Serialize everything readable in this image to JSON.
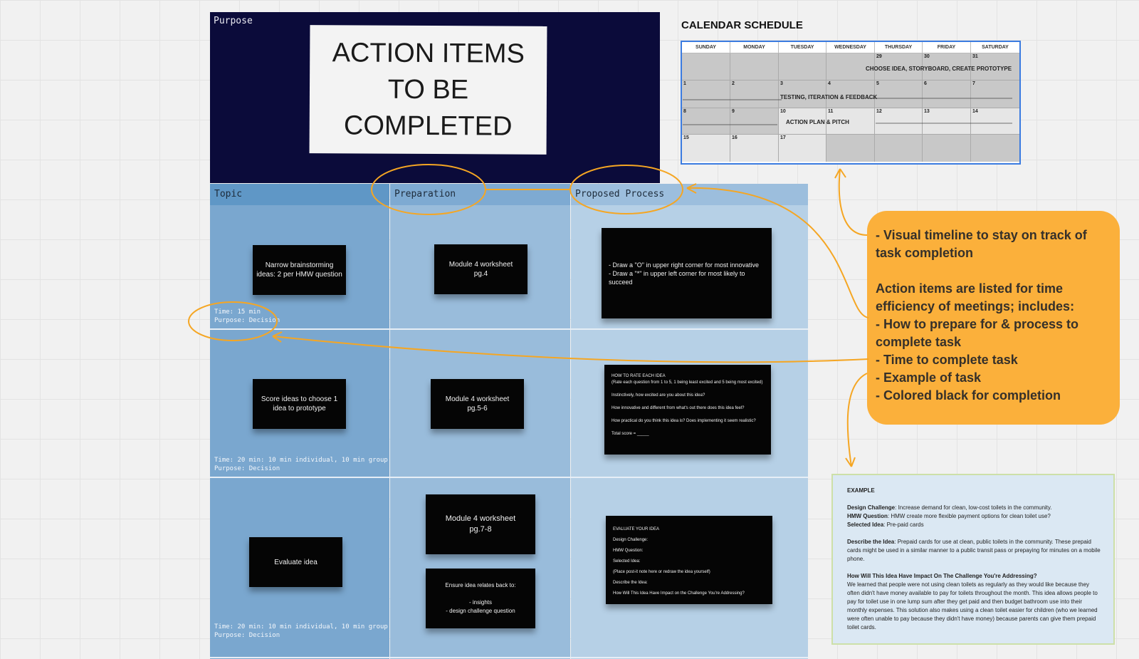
{
  "purpose": {
    "label": "Purpose",
    "title": "ACTION ITEMS\nTO BE\nCOMPLETED"
  },
  "table": {
    "headers": [
      "Topic",
      "Preparation",
      "Proposed Process"
    ],
    "rows": [
      {
        "topic": "Narrow brainstorming ideas: 2 per HMW question",
        "meta": "Time: 15 min\nPurpose: Decision",
        "prep": [
          "Module 4 worksheet\npg.4"
        ],
        "process": "- Draw a \"O\" in upper right corner for most innovative\n- Draw a \"*\" in upper left corner for most likely to succeed"
      },
      {
        "topic": "Score ideas to choose 1 idea to prototype",
        "meta": "Time: 20 min: 10 min individual, 10 min group\nPurpose: Decision",
        "prep": [
          "Module 4 worksheet\npg.5-6"
        ],
        "process": "HOW TO RATE EACH IDEA\n(Rate each question from 1 to 5, 1 being least excited and 5 being most excited)\n\nInstinctively, how excited are you about this idea?\n\nHow innovative and different from what's out there does this idea feel?\n\nHow practical do you think this idea is? Does implementing it seem realistic?\n\nTotal score = _____"
      },
      {
        "topic": "Evaluate idea",
        "meta": "Time: 20 min: 10 min individual, 10 min group\nPurpose: Decision",
        "prep": [
          "Module 4 worksheet\npg.7-8",
          "Ensure idea relates back to:\n\n- insights\n- design challenge question"
        ],
        "process": "EVALUATE YOUR IDEA\nDesign Challenge:\nHMW Question:\nSelected Idea:\n(Place post-it note here or redraw the idea yourself)\nDescribe the Idea:\nHow Will This Idea Have Impact on the Challenge You're Addressing?"
      }
    ]
  },
  "calendar": {
    "title": "CALENDAR SCHEDULE",
    "days": [
      "SUNDAY",
      "MONDAY",
      "TUESDAY",
      "WEDNESDAY",
      "THURSDAY",
      "FRIDAY",
      "SATURDAY"
    ],
    "weeks": [
      [
        "",
        "",
        "",
        "",
        "29",
        "30",
        "31"
      ],
      [
        "1",
        "2",
        "3",
        "4",
        "5",
        "6",
        "7"
      ],
      [
        "8",
        "9",
        "10",
        "11",
        "12",
        "13",
        "14"
      ],
      [
        "15",
        "16",
        "17",
        "",
        "",
        "",
        ""
      ]
    ],
    "events": [
      "CHOOSE IDEA, STORYBOARD, CREATE PROTOTYPE",
      "TESTING, ITERATION & FEEDBACK",
      "ACTION PLAN & PITCH"
    ]
  },
  "callout": {
    "text": "- Visual timeline to stay on track of\n   task completion\n\nAction items are listed for time\nefficiency of meetings; includes:\n   - How to prepare for & process to\n      complete task\n   - Time to complete task\n   - Example of task\n   - Colored black for completion"
  },
  "example": {
    "heading": "EXAMPLE",
    "design_challenge_label": "Design Challenge",
    "design_challenge": ": Increase demand for clean, low-cost toilets in the community.",
    "hmw_label": "HMW Question",
    "hmw": ": HMW create more flexible payment options for clean toilet use?",
    "selected_label": "Selected Idea",
    "selected": ": Pre-paid cards",
    "describe_label": "Describe the Idea",
    "describe": ": Prepaid cards for use at clean, public toilets in the community. These prepaid cards might be used in a similar manner to a public transit pass or prepaying for minutes on a mobile phone.",
    "impact_label": "How Will This Idea Have Impact On The Challenge You're Addressing?",
    "impact": "We learned that people were not using clean toilets as regularly as they would like because they often didn't have money available to pay for toilets throughout the month. This idea allows people to pay for toilet use in one lump sum after they get paid and then budget bathroom use into their monthly expenses. This solution also makes using a clean toilet easier for children (who we learned were often unable to pay because they didn't have money) because parents can give them prepaid toilet cards."
  },
  "colors": {
    "purpose_bg": "#0b0b3a",
    "callout": "#fbb03b",
    "annotation": "#f5a623",
    "calendar_border": "#3b7be0"
  }
}
